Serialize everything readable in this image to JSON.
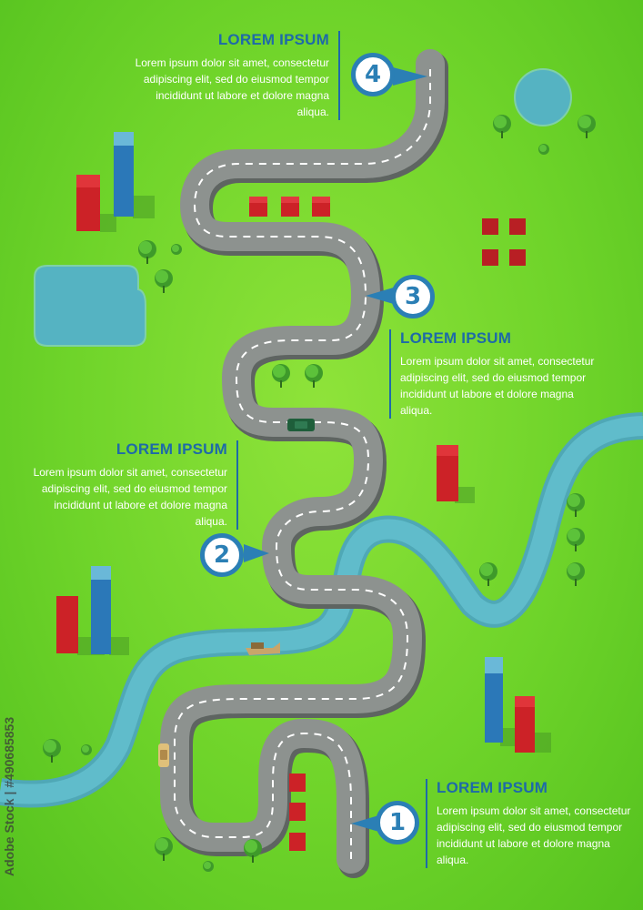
{
  "steps": [
    {
      "number": "1",
      "title": "LOREM IPSUM",
      "body": "Lorem ipsum dolor sit amet, consectetur adipiscing elit, sed do eiusmod tempor incididunt ut labore et dolore magna aliqua."
    },
    {
      "number": "2",
      "title": "LOREM IPSUM",
      "body": "Lorem ipsum dolor sit amet, consectetur adipiscing elit, sed do eiusmod tempor incididunt ut labore et dolore magna aliqua."
    },
    {
      "number": "3",
      "title": "LOREM IPSUM",
      "body": "Lorem ipsum dolor sit amet, consectetur adipiscing elit, sed do eiusmod tempor incididunt ut labore et dolore magna aliqua."
    },
    {
      "number": "4",
      "title": "LOREM IPSUM",
      "body": "Lorem ipsum dolor sit amet, consectetur adipiscing elit, sed do eiusmod tempor incididunt ut labore et dolore magna aliqua."
    }
  ],
  "watermark": "Adobe Stock | #490685853",
  "colors": {
    "grass": "#6fd42a",
    "road": "#8a8f8c",
    "river": "#55b3c2",
    "accent": "#2b7fb5",
    "title": "#1e6aa8"
  }
}
